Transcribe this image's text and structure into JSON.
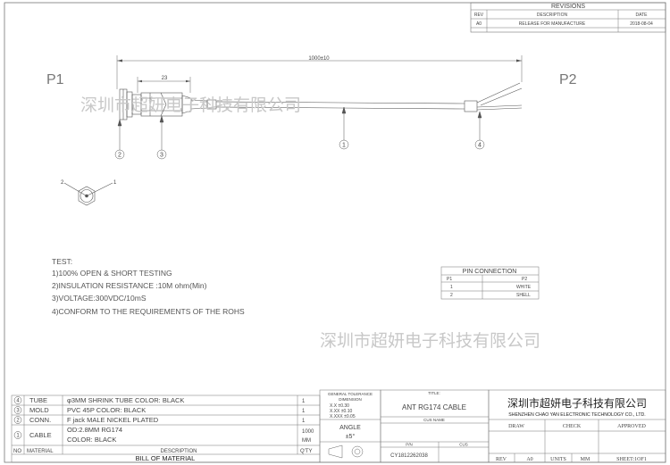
{
  "revisions": {
    "title": "REVISIONS",
    "headers": {
      "rev": "REV",
      "description": "DESCRIPTION",
      "date": "DATE"
    },
    "row": {
      "rev": "A0",
      "description": "RELEASE FOR MANUFACTURE",
      "date": "2018-08-04"
    }
  },
  "drawing": {
    "p1": "P1",
    "p2": "P2",
    "total_length": "1000±10",
    "connector_length": "23",
    "balloons": [
      "2",
      "3",
      "1",
      "4"
    ],
    "end_view_labels": [
      "2",
      "1"
    ]
  },
  "watermark": "深圳市超妍电子科技有限公司",
  "notes": {
    "title": "TEST:",
    "items": [
      "1)100% OPEN & SHORT TESTING",
      "2)INSULATION RESISTANCE :10M ohm(Min)",
      "3)VOLTAGE:300VDC/10mS",
      "4)CONFORM TO THE REQUIREMENTS OF THE ROHS"
    ]
  },
  "pin_table": {
    "title": "PIN   CONNECTION",
    "headers": [
      "P1",
      "P2"
    ],
    "rows": [
      [
        "1",
        "WHITE"
      ],
      [
        "2",
        "SHELL"
      ]
    ]
  },
  "bom": {
    "rows": [
      {
        "no": "4",
        "material": "TUBE",
        "description": "φ3MM   SHRINK TUBE COLOR:   BLACK",
        "qty": "1"
      },
      {
        "no": "3",
        "material": "MOLD",
        "description": "PVC 45P   COLOR:   BLACK",
        "qty": "1"
      },
      {
        "no": "2",
        "material": "CONN.",
        "description": "F jack MALE    NICKEL PLATED",
        "qty": "1"
      },
      {
        "no": "1",
        "material": "CABLE",
        "description_line1": "OD:2.8MM RG174",
        "description_line2": "COLOR:   BLACK",
        "qty_line1": "1000",
        "qty_line2": "MM"
      }
    ],
    "header": {
      "no": "NO",
      "material": "MATERIAL",
      "description": "DESCRIPTION",
      "qty": "Q'TY"
    },
    "footer": "BILL OF MATERIAL"
  },
  "tolerance": {
    "title": "GENERAL TOLERANCE",
    "dimension": "DIMENSION",
    "lines": [
      "X.X   ±0.30",
      "X.XX   ±0.10",
      "X.XXX  ±0.05"
    ],
    "angle_label": "ANGLE",
    "angle_value": "±5°"
  },
  "title_block": {
    "title_label": "TITLE:",
    "title": "ANT RG174 CABLE",
    "cus_name_label": "CUS NAME",
    "pn_label": "P/N",
    "cus_label": "CUS",
    "pn_value": "CY1812262038"
  },
  "company": {
    "name_cn": "深圳市超妍电子科技有限公司",
    "name_en": "SHENZHEN CHAO YAN ELECTRONIC TECHNOLOGY CO., LTD.",
    "headers": [
      "DRAW",
      "CHECK",
      "APPROVED"
    ],
    "bottom": {
      "rev_label": "REV",
      "rev_value": "A0",
      "units_label": "UNITS",
      "units_value": "MM",
      "sheet": "SHEET:1OF1"
    }
  }
}
